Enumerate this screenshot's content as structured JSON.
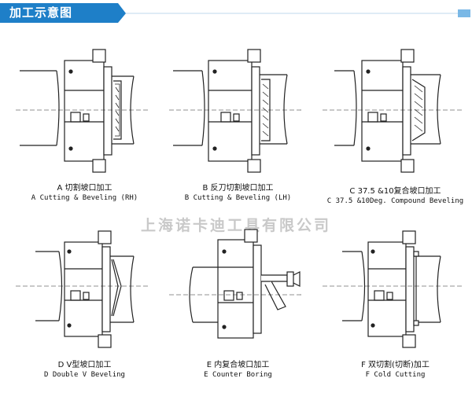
{
  "header": {
    "title": "加工示意图",
    "bar_color": "#1e7fc8",
    "accent_color": "#7ab8e6"
  },
  "watermark": "上海诺卡迪工具有限公司",
  "diagrams": [
    {
      "id": "a",
      "zh": "A 切割坡口加工",
      "en": "A Cutting & Beveling (RH)"
    },
    {
      "id": "b",
      "zh": "B 反刀切割坡口加工",
      "en": "B Cutting & Beveling (LH)"
    },
    {
      "id": "c",
      "zh": "C  37.5 &10复合坡口加工",
      "en": "C 37.5 &10Deg. Compound Beveling"
    },
    {
      "id": "d",
      "zh": "D  V型坡口加工",
      "en": "D Double V Beveling"
    },
    {
      "id": "e",
      "zh": "E  内复合坡口加工",
      "en": "E Counter Boring"
    },
    {
      "id": "f",
      "zh": "F  双切割(切断)加工",
      "en": "F Cold Cutting"
    }
  ]
}
